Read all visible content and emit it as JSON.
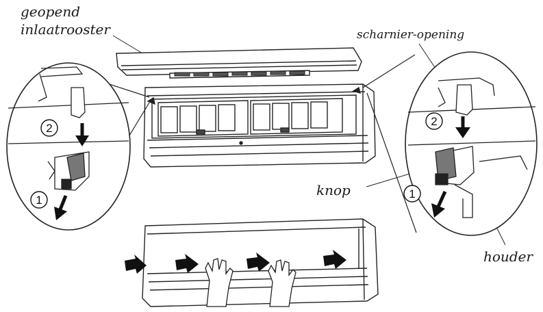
{
  "labels": {
    "geopend_line1": "geopend",
    "geopend_line2": "inlaatrooster",
    "scharnier": "scharnier-opening",
    "knop_right": "knop",
    "houder": "houder",
    "knop_bottom": "knop"
  },
  "steps": {
    "left_top": "2",
    "left_bottom": "1",
    "right_top": "2",
    "right_bottom": "1"
  },
  "icons": [
    "arrow-down-icon",
    "arrow-right-icon",
    "hand-icon",
    "circled-number-icon"
  ]
}
